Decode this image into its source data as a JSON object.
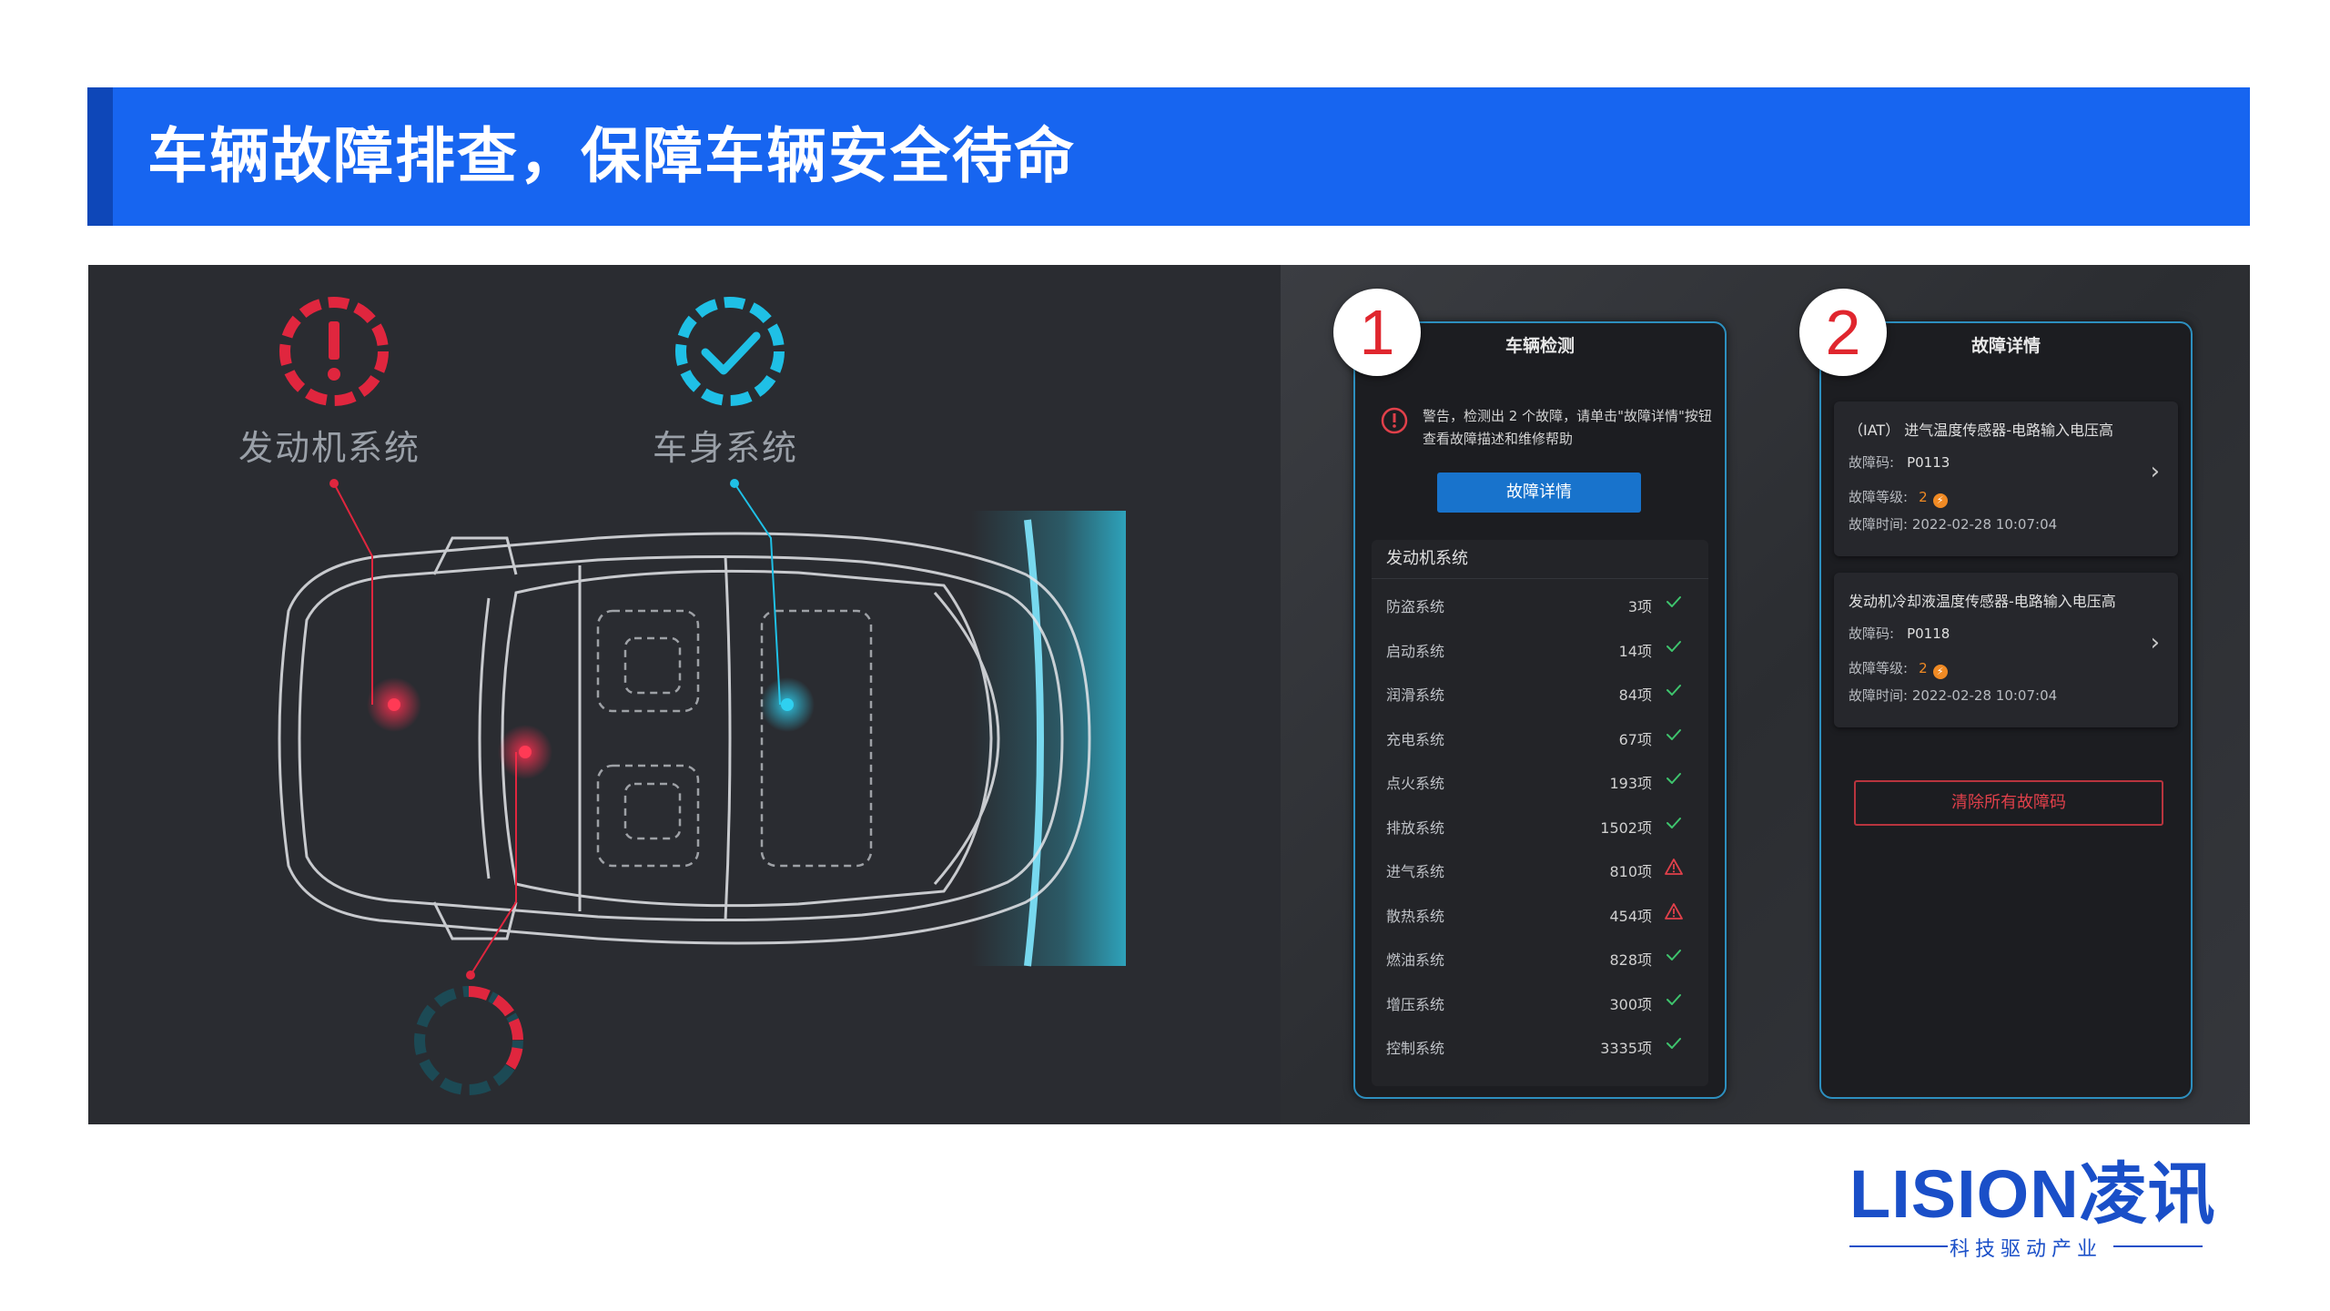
{
  "banner": {
    "title": "车辆故障排查，保障车辆安全待命"
  },
  "left": {
    "engine_label": "发动机系统",
    "body_label": "车身系统"
  },
  "phone1": {
    "step": "1",
    "title": "车辆检测",
    "warning": "警告，检测出 2 个故障，请单击\"故障详情\"按钮查看故障描述和维修帮助",
    "button": "故障详情",
    "list_title": "发动机系统",
    "rows": [
      {
        "name": "防盗系统",
        "count": "3项",
        "status": "ok"
      },
      {
        "name": "启动系统",
        "count": "14项",
        "status": "ok"
      },
      {
        "name": "润滑系统",
        "count": "84项",
        "status": "ok"
      },
      {
        "name": "充电系统",
        "count": "67项",
        "status": "ok"
      },
      {
        "name": "点火系统",
        "count": "193项",
        "status": "ok"
      },
      {
        "name": "排放系统",
        "count": "1502项",
        "status": "ok"
      },
      {
        "name": "进气系统",
        "count": "810项",
        "status": "warn"
      },
      {
        "name": "散热系统",
        "count": "454项",
        "status": "warn"
      },
      {
        "name": "燃油系统",
        "count": "828项",
        "status": "ok"
      },
      {
        "name": "增压系统",
        "count": "300项",
        "status": "ok"
      },
      {
        "name": "控制系统",
        "count": "3335项",
        "status": "ok"
      }
    ]
  },
  "phone2": {
    "step": "2",
    "title": "故障详情",
    "faults": [
      {
        "title": "（IAT） 进气温度传感器-电路输入电压高",
        "code_label": "故障码:",
        "code": "P0113",
        "level_label": "故障等级:",
        "level": "2",
        "time_label": "故障时间:",
        "time": "2022-02-28 10:07:04"
      },
      {
        "title": "发动机冷却液温度传感器-电路输入电压高",
        "code_label": "故障码:",
        "code": "P0118",
        "level_label": "故障等级:",
        "level": "2",
        "time_label": "故障时间:",
        "time": "2022-02-28 10:07:04"
      }
    ],
    "clear_button": "清除所有故障码"
  },
  "logo": {
    "main": "LISION凌讯",
    "sub": "科技驱动产业"
  },
  "colors": {
    "banner": "#1765f0",
    "fault_red": "#e0262e",
    "ok_cyan": "#1fb3d6",
    "ok_green": "#3ec46d",
    "warn_red": "#e0404a",
    "level_orange": "#f08a24"
  },
  "icons": [
    "alert-icon",
    "check-icon",
    "warning-triangle-icon",
    "chevron-right-icon",
    "bolt-icon"
  ]
}
